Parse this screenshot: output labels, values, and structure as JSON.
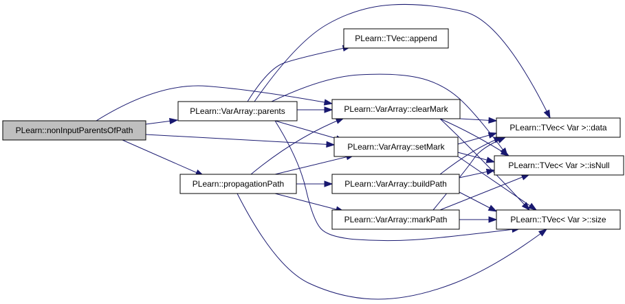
{
  "colors": {
    "edge": "#191970",
    "root_fill": "#bfbfbf",
    "node_fill": "#ffffff",
    "node_border": "#000000"
  },
  "nodes": [
    {
      "id": "nonInputParentsOfPath",
      "label": "PLearn::nonInputParentsOfPath",
      "root": true
    },
    {
      "id": "parents",
      "label": "PLearn::VarArray::parents"
    },
    {
      "id": "propagationPath",
      "label": "PLearn::propagationPath"
    },
    {
      "id": "append",
      "label": "PLearn::TVec::append"
    },
    {
      "id": "clearMark",
      "label": "PLearn::VarArray::clearMark"
    },
    {
      "id": "setMark",
      "label": "PLearn::VarArray::setMark"
    },
    {
      "id": "buildPath",
      "label": "PLearn::VarArray::buildPath"
    },
    {
      "id": "markPath",
      "label": "PLearn::VarArray::markPath"
    },
    {
      "id": "data",
      "label": "PLearn::TVec< Var >::data"
    },
    {
      "id": "isNull",
      "label": "PLearn::TVec< Var >::isNull"
    },
    {
      "id": "size",
      "label": "PLearn::TVec< Var >::size"
    }
  ],
  "edges": [
    {
      "from": "nonInputParentsOfPath",
      "to": "parents"
    },
    {
      "from": "nonInputParentsOfPath",
      "to": "clearMark"
    },
    {
      "from": "nonInputParentsOfPath",
      "to": "setMark"
    },
    {
      "from": "nonInputParentsOfPath",
      "to": "propagationPath"
    },
    {
      "from": "parents",
      "to": "append"
    },
    {
      "from": "parents",
      "to": "clearMark"
    },
    {
      "from": "parents",
      "to": "setMark"
    },
    {
      "from": "parents",
      "to": "data"
    },
    {
      "from": "parents",
      "to": "isNull"
    },
    {
      "from": "parents",
      "to": "size"
    },
    {
      "from": "propagationPath",
      "to": "clearMark"
    },
    {
      "from": "propagationPath",
      "to": "setMark"
    },
    {
      "from": "propagationPath",
      "to": "buildPath"
    },
    {
      "from": "propagationPath",
      "to": "markPath"
    },
    {
      "from": "propagationPath",
      "to": "size"
    },
    {
      "from": "clearMark",
      "to": "data"
    },
    {
      "from": "clearMark",
      "to": "isNull"
    },
    {
      "from": "clearMark",
      "to": "size"
    },
    {
      "from": "setMark",
      "to": "data"
    },
    {
      "from": "setMark",
      "to": "isNull"
    },
    {
      "from": "setMark",
      "to": "size"
    },
    {
      "from": "buildPath",
      "to": "data"
    },
    {
      "from": "buildPath",
      "to": "isNull"
    },
    {
      "from": "buildPath",
      "to": "size"
    },
    {
      "from": "markPath",
      "to": "data"
    },
    {
      "from": "markPath",
      "to": "isNull"
    },
    {
      "from": "markPath",
      "to": "size"
    }
  ]
}
